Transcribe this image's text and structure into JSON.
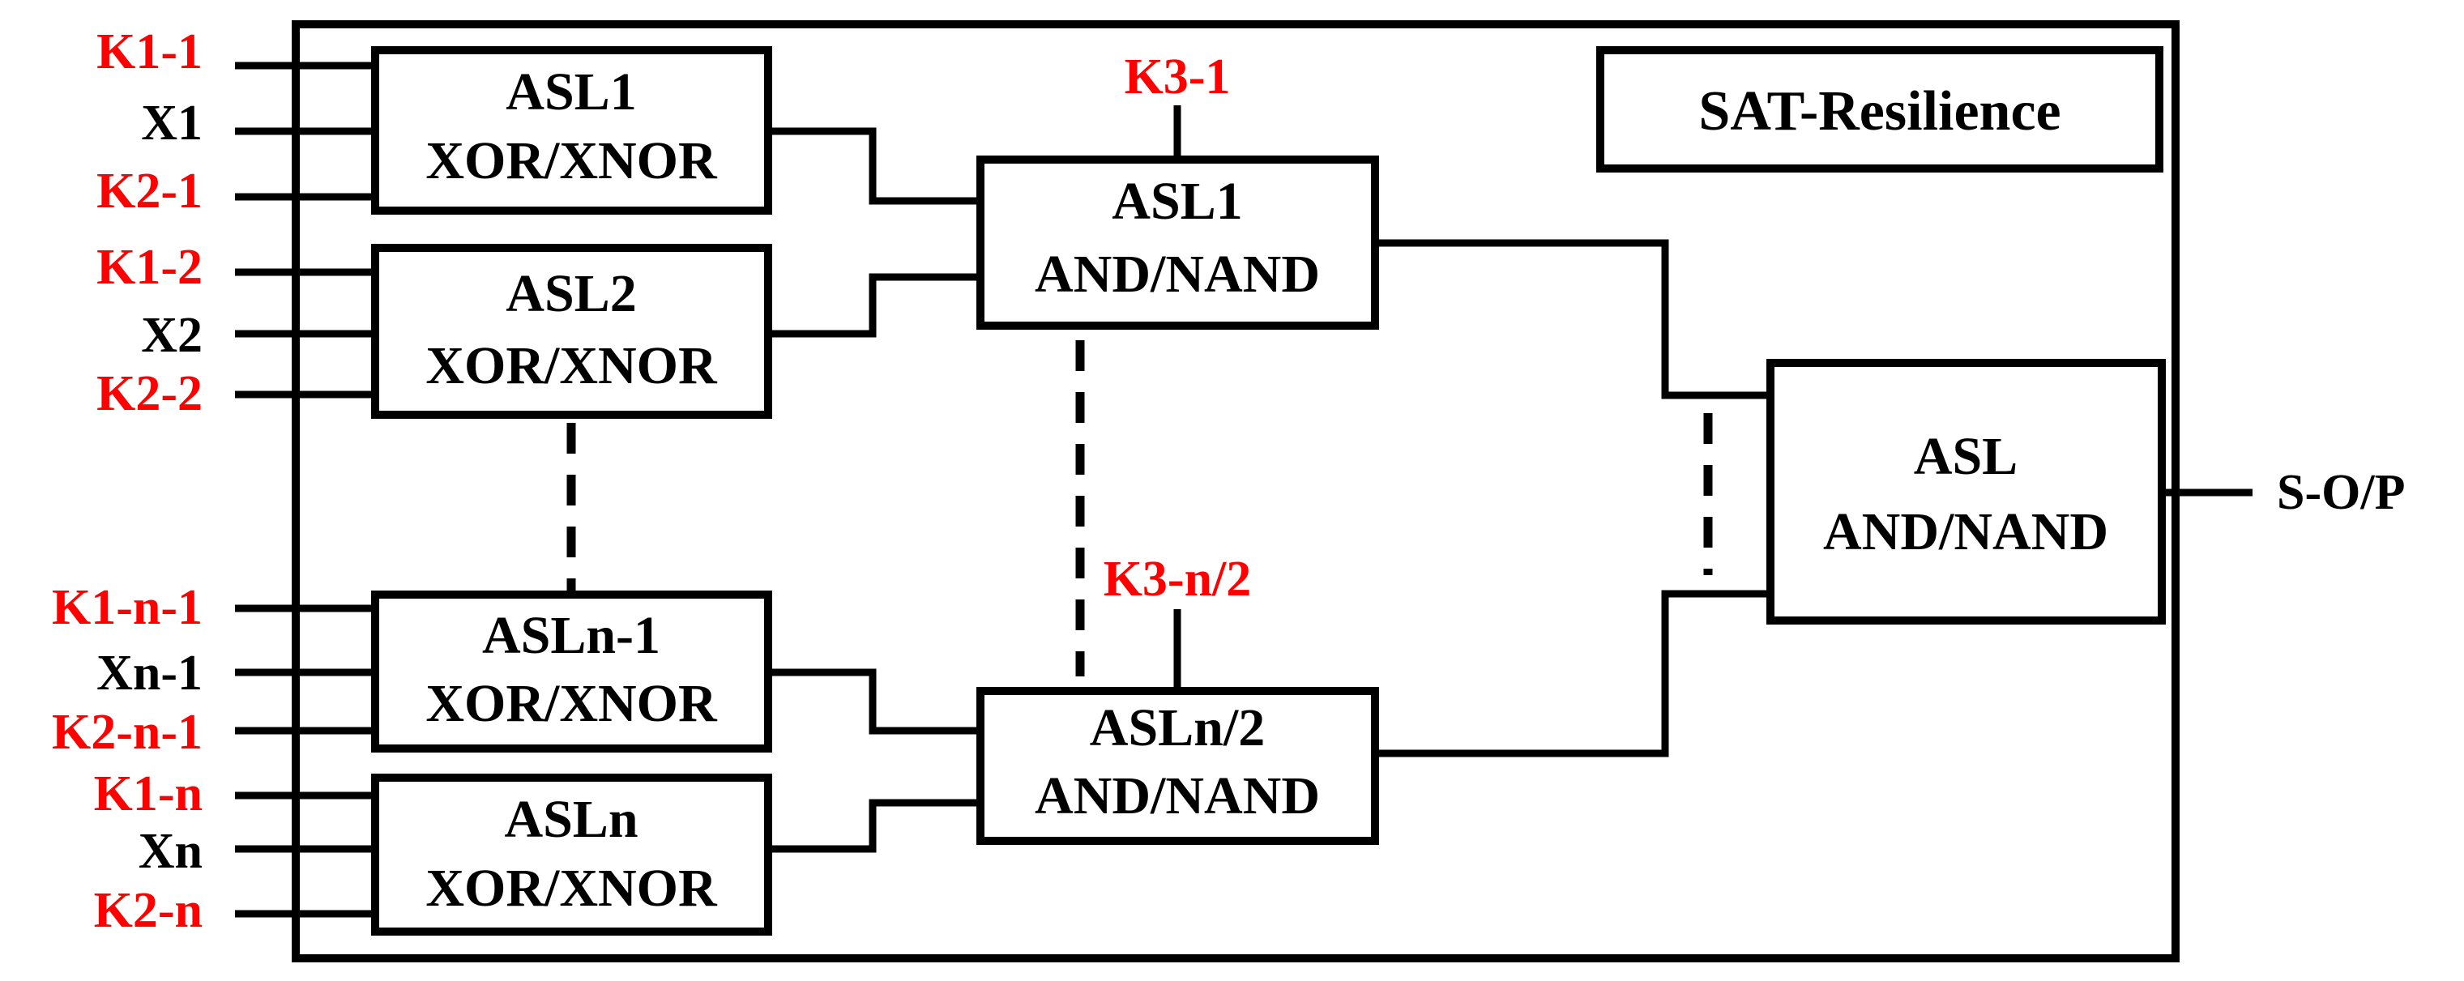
{
  "title": "SAT-Resilience",
  "colors": {
    "key": "#ff0000",
    "signal": "#000000",
    "line": "#000000"
  },
  "inputs": [
    {
      "id": "k1_1",
      "label": "K1-1",
      "kind": "key"
    },
    {
      "id": "x1",
      "label": "X1",
      "kind": "signal"
    },
    {
      "id": "k2_1",
      "label": "K2-1",
      "kind": "key"
    },
    {
      "id": "k1_2",
      "label": "K1-2",
      "kind": "key"
    },
    {
      "id": "x2",
      "label": "X2",
      "kind": "signal"
    },
    {
      "id": "k2_2",
      "label": "K2-2",
      "kind": "key"
    },
    {
      "id": "k1_n1",
      "label": "K1-n-1",
      "kind": "key"
    },
    {
      "id": "xn1",
      "label": "Xn-1",
      "kind": "signal"
    },
    {
      "id": "k2_n1",
      "label": "K2-n-1",
      "kind": "key"
    },
    {
      "id": "k1_n",
      "label": "K1-n",
      "kind": "key"
    },
    {
      "id": "xn",
      "label": "Xn",
      "kind": "signal"
    },
    {
      "id": "k2_n",
      "label": "K2-n",
      "kind": "key"
    }
  ],
  "xor_blocks": [
    {
      "id": "asl1",
      "name": "ASL1",
      "type": "XOR/XNOR"
    },
    {
      "id": "asl2",
      "name": "ASL2",
      "type": "XOR/XNOR"
    },
    {
      "id": "asln1",
      "name": "ASLn-1",
      "type": "XOR/XNOR"
    },
    {
      "id": "asln",
      "name": "ASLn",
      "type": "XOR/XNOR"
    }
  ],
  "and_blocks": [
    {
      "id": "and1",
      "name": "ASL1",
      "type": "AND/NAND",
      "key": "K3-1"
    },
    {
      "id": "andn2",
      "name": "ASLn/2",
      "type": "AND/NAND",
      "key": "K3-n/2"
    }
  ],
  "final_block": {
    "name": "ASL",
    "type": "AND/NAND"
  },
  "output": {
    "label": "S-O/P"
  }
}
